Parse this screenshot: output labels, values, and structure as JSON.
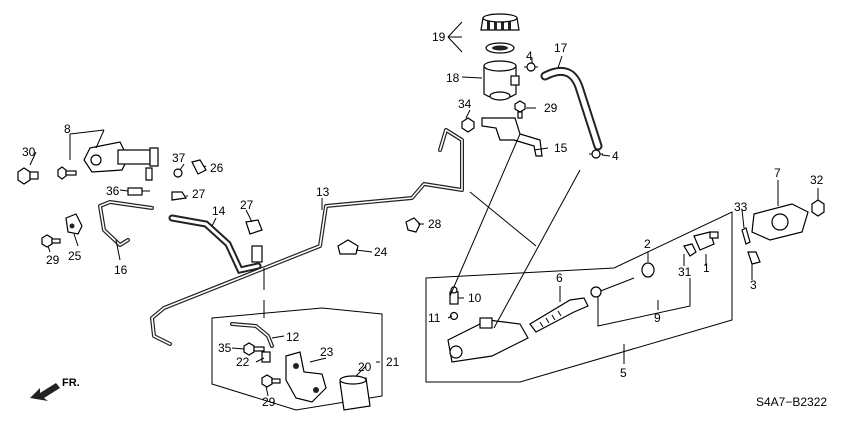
{
  "diagram_code": "S4A7−B2322",
  "front_label": "FR.",
  "callouts": {
    "n1": "1",
    "n2": "2",
    "n3": "3",
    "n4a": "4",
    "n4b": "4",
    "n5": "5",
    "n6": "6",
    "n7": "7",
    "n8": "8",
    "n9": "9",
    "n10": "10",
    "n11": "11",
    "n12": "12",
    "n13": "13",
    "n14": "14",
    "n15": "15",
    "n16": "16",
    "n17": "17",
    "n18": "18",
    "n19": "19",
    "n20": "20",
    "n21": "21",
    "n22": "22",
    "n23": "23",
    "n24": "24",
    "n25": "25",
    "n26": "26",
    "n27a": "27",
    "n27b": "27",
    "n28": "28",
    "n29a": "29",
    "n29b": "29",
    "n29c": "29",
    "n30": "30",
    "n31": "31",
    "n32": "32",
    "n33": "33",
    "n34": "34",
    "n35": "35",
    "n36": "36",
    "n37": "37"
  }
}
